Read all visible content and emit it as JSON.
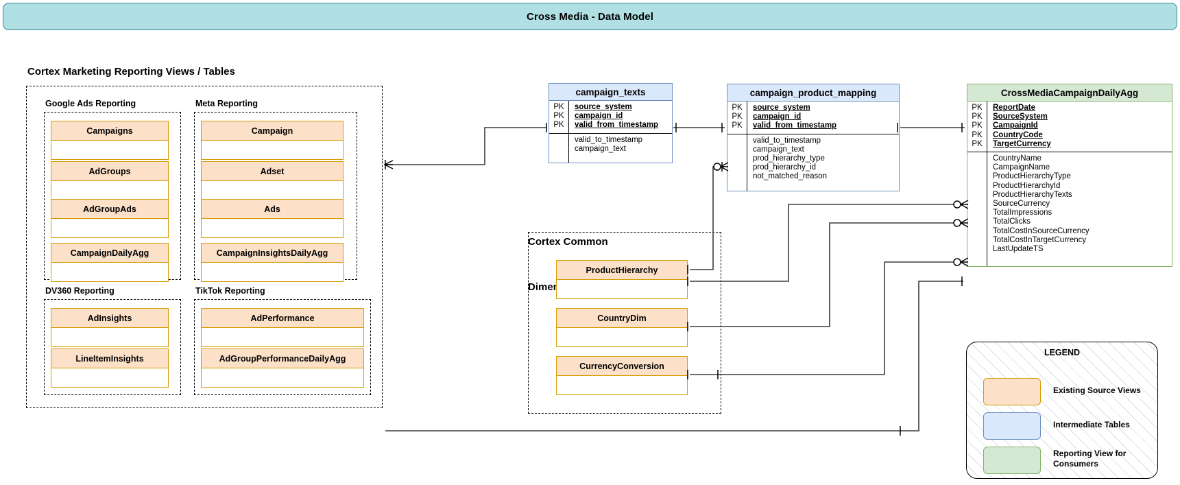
{
  "header": {
    "title": "Cross Media - Data Model"
  },
  "sections": {
    "left_title": "Cortex Marketing Reporting Views / Tables",
    "dim_title_line1": "Cortex Common",
    "dim_title_line2": "Dimension Tables"
  },
  "source_groups": [
    {
      "name": "Google Ads Reporting",
      "entities": [
        "Campaigns",
        "AdGroups",
        "AdGroupAds",
        "CampaignDailyAgg"
      ]
    },
    {
      "name": "Meta Reporting",
      "entities": [
        "Campaign",
        "Adset",
        "Ads",
        "CampaignInsightsDailyAgg"
      ]
    },
    {
      "name": "DV360 Reporting",
      "entities": [
        "AdInsights",
        "LineItemInsights"
      ]
    },
    {
      "name": "TikTok Reporting",
      "entities": [
        "AdPerformance",
        "AdGroupPerformanceDailyAgg"
      ]
    }
  ],
  "dimension_tables": [
    "ProductHierarchy",
    "CountryDim",
    "CurrencyConversion"
  ],
  "er_tables": [
    {
      "name": "campaign_texts",
      "kind": "intermediate",
      "keys": [
        {
          "tag": "PK",
          "field": "source_system"
        },
        {
          "tag": "PK",
          "field": "campaign_id"
        },
        {
          "tag": "PK",
          "field": "valid_from_timestamp"
        }
      ],
      "attributes": [
        "valid_to_timestamp",
        "campaign_text"
      ]
    },
    {
      "name": "campaign_product_mapping",
      "kind": "intermediate",
      "keys": [
        {
          "tag": "PK",
          "field": "source_system"
        },
        {
          "tag": "PK",
          "field": "campaign_id"
        },
        {
          "tag": "PK",
          "field": "valid_from_timestamp"
        }
      ],
      "attributes": [
        "valid_to_timestamp",
        "campaign_text",
        "prod_hierarchy_type",
        "prod_hierarchy_id",
        "not_matched_reason"
      ]
    },
    {
      "name": "CrossMediaCampaignDailyAgg",
      "kind": "reporting",
      "keys": [
        {
          "tag": "PK",
          "field": "ReportDate"
        },
        {
          "tag": "PK",
          "field": "SourceSystem"
        },
        {
          "tag": "PK",
          "field": "CampaignId"
        },
        {
          "tag": "PK",
          "field": "CountryCode"
        },
        {
          "tag": "PK",
          "field": "TargetCurrency"
        }
      ],
      "attributes": [
        "CountryName",
        "CampaignName",
        "ProductHierarchyType",
        "ProductHierarchyId",
        "ProductHierarchyTexts",
        "SourceCurrency",
        "TotalImpressions",
        "TotalClicks",
        "TotalCostInSourceCurrency",
        "TotalCostInTargetCurrency",
        "LastUpdateTS"
      ]
    }
  ],
  "legend": {
    "title": "LEGEND",
    "items": [
      {
        "label": "Existing Source Views",
        "fill": "#FCE0C8",
        "stroke": "#D79B00"
      },
      {
        "label": "Intermediate Tables",
        "fill": "#DAE8FC",
        "stroke": "#6C8EBF"
      },
      {
        "label": "Reporting View for\nConsumers",
        "fill": "#D5E8D4",
        "stroke": "#82B366"
      }
    ]
  },
  "colors": {
    "banner_fill": "#B0E0E3",
    "banner_stroke": "#2E8B92",
    "source_fill": "#FCE0C8",
    "source_stroke": "#D79B00",
    "intermediate_fill": "#DAE8FC",
    "intermediate_stroke": "#6C8EBF",
    "reporting_fill": "#D5E8D4",
    "reporting_stroke": "#82B366",
    "connector": "#3c3c3c"
  }
}
